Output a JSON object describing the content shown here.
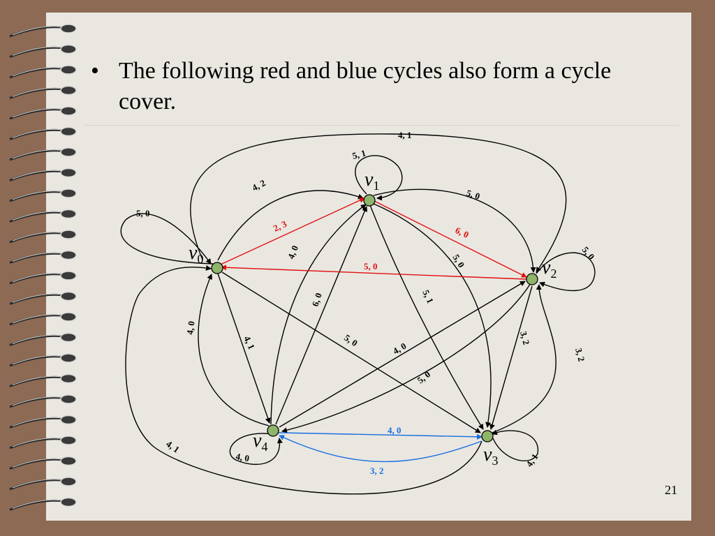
{
  "slide": {
    "bullet_marker": "•",
    "bullet_text": "The following red and blue cycles also form a cycle cover.",
    "page_number": "21"
  },
  "colors": {
    "red": "#e01010",
    "blue": "#1a6fe0",
    "black": "#000000",
    "node_fill": "#8fb56a"
  },
  "graph": {
    "nodes": [
      {
        "id": "v0",
        "letter": "v",
        "sub": "0"
      },
      {
        "id": "v1",
        "letter": "v",
        "sub": "1"
      },
      {
        "id": "v2",
        "letter": "v",
        "sub": "2"
      },
      {
        "id": "v3",
        "letter": "v",
        "sub": "3"
      },
      {
        "id": "v4",
        "letter": "v",
        "sub": "4"
      }
    ],
    "edge_labels": {
      "top_arc": "4, 1",
      "loop_v1": "5, 1",
      "v0_v1_upper": "4, 2",
      "v1_v2_upper": "5, 0",
      "loop_v0": "5, 0",
      "red_v0_v1": "2, 3",
      "red_v1_v2": "6, 0",
      "red_v2_v0": "5, 0",
      "loop_v2": "5, 0",
      "v4_v1_a": "4, 0",
      "v1_v3_a": "5, 0",
      "v4_v1_b": "6, 0",
      "v1_v3_b": "5, 1",
      "v0_v4_curve": "4, 0",
      "v0_v4": "4, 1",
      "v0_v3": "5, 0",
      "v4_v2_a": "4, 0",
      "v4_v2_b": "5, 0",
      "v2_v3_a": "3, 2",
      "v2_v3_b": "3, 2",
      "blue_v4_v3": "4, 0",
      "blue_v3_v4": "3, 2",
      "loop_v4": "4, 0",
      "loop_v3": "4, 1",
      "big_arc_v3_v0": "4, 1"
    }
  }
}
